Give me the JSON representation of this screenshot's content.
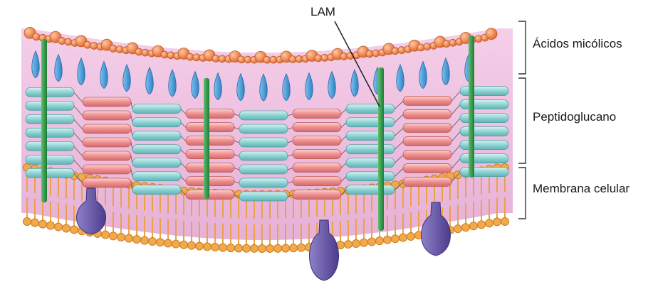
{
  "labels": {
    "lam": "LAM",
    "mycolic_acids": "Ácidos micólicos",
    "peptidoglycan": "Peptidoglucano",
    "cell_membrane": "Membrana celular"
  },
  "colors": {
    "mycolic_heads": "#e8733a",
    "mycolic_tails": "#4a9fd8",
    "peptidoglycan_cyan": "#8fd3d3",
    "peptidoglycan_red": "#ef8f8f",
    "lam_strand": "#2f9a48",
    "membrane_heads": "#f2a94a",
    "membrane_fill": "#e9b0d8",
    "membrane_protein": "#6b5aa8",
    "bracket": "#333333"
  }
}
